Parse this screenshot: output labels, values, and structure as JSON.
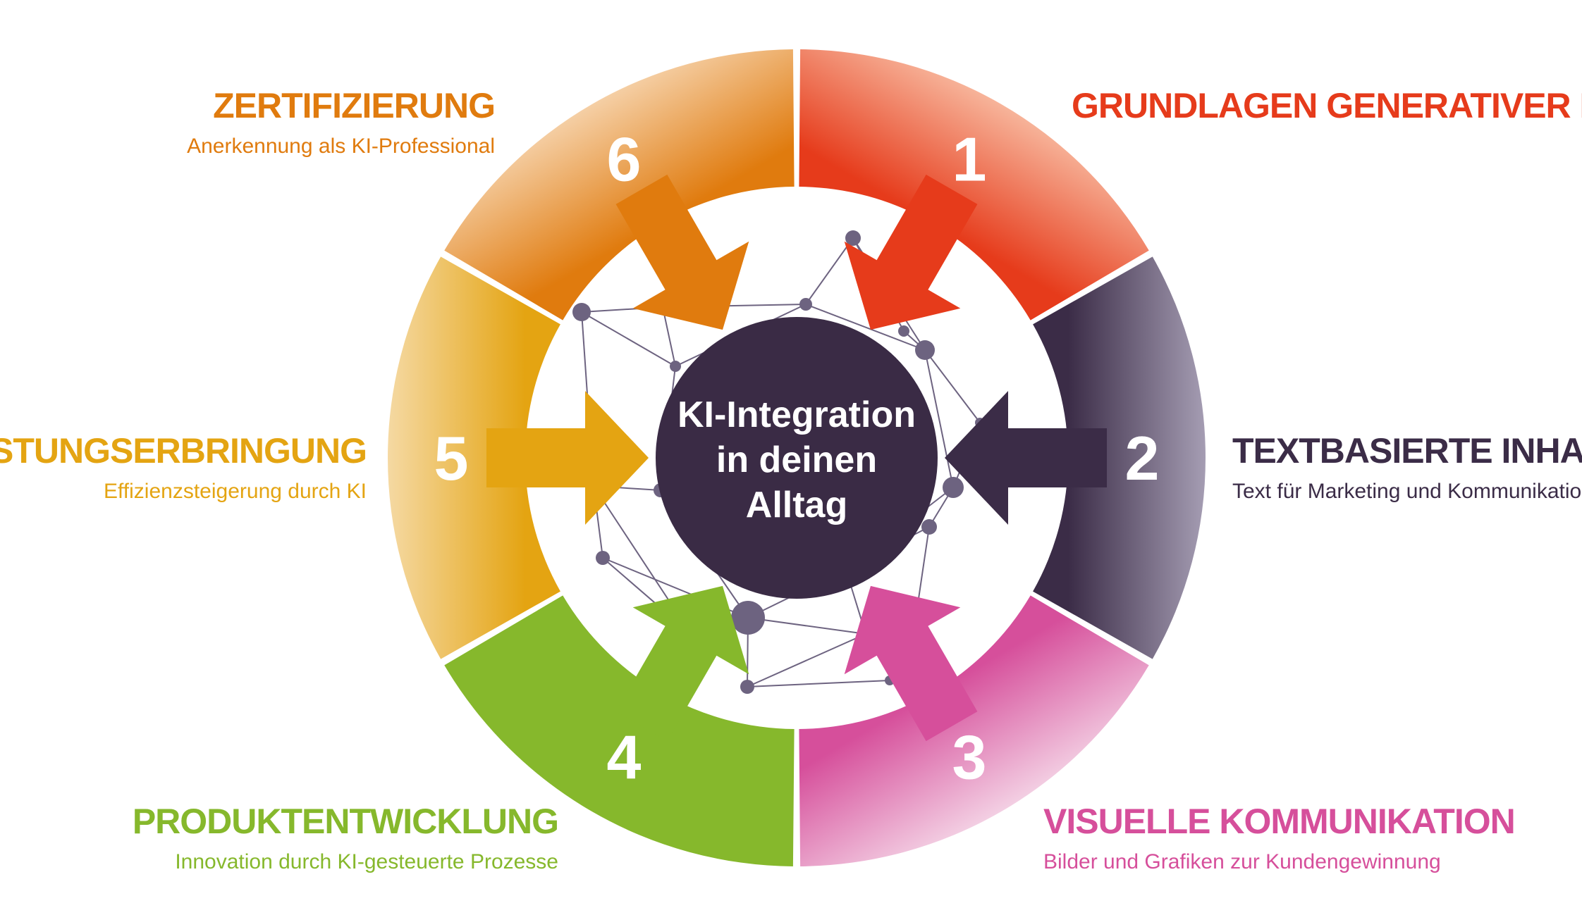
{
  "center": {
    "lines": [
      "KI-Integration",
      "in deinen",
      "Alltag"
    ],
    "color": "#3a2b45"
  },
  "segments": [
    {
      "number": "1",
      "title": "GRUNDLAGEN GENERATIVER KI",
      "subtitle": "",
      "color": "#e63b1b",
      "light": "#f7b49a",
      "side": "right"
    },
    {
      "number": "2",
      "title": "TEXTBASIERTE INHALTE",
      "subtitle": "Text für Marketing und Kommunikation",
      "color": "#3b2c47",
      "light": "#a59db3",
      "side": "right"
    },
    {
      "number": "3",
      "title": "VISUELLE KOMMUNIKATION",
      "subtitle": "Bilder und Grafiken zur Kundengewinnung",
      "color": "#d64f9b",
      "light": "#f3cfe3",
      "side": "right"
    },
    {
      "number": "4",
      "title": "PRODUKTENTWICKLUNG",
      "subtitle": "Innovation durch KI-gesteuerte Prozesse",
      "color": "#86b82c",
      "light": "#86b82c",
      "side": "left"
    },
    {
      "number": "5",
      "title": "LEISTUNGSERBRINGUNG",
      "subtitle": "Effizienzsteigerung durch KI",
      "color": "#e4a412",
      "light": "#f5d9a3",
      "side": "left"
    },
    {
      "number": "6",
      "title": "ZERTIFIZIERUNG",
      "subtitle": "Anerkennung als KI-Professional",
      "color": "#e07b0e",
      "light": "#f5cfa5",
      "side": "left"
    }
  ],
  "network_color": "#6d6380"
}
